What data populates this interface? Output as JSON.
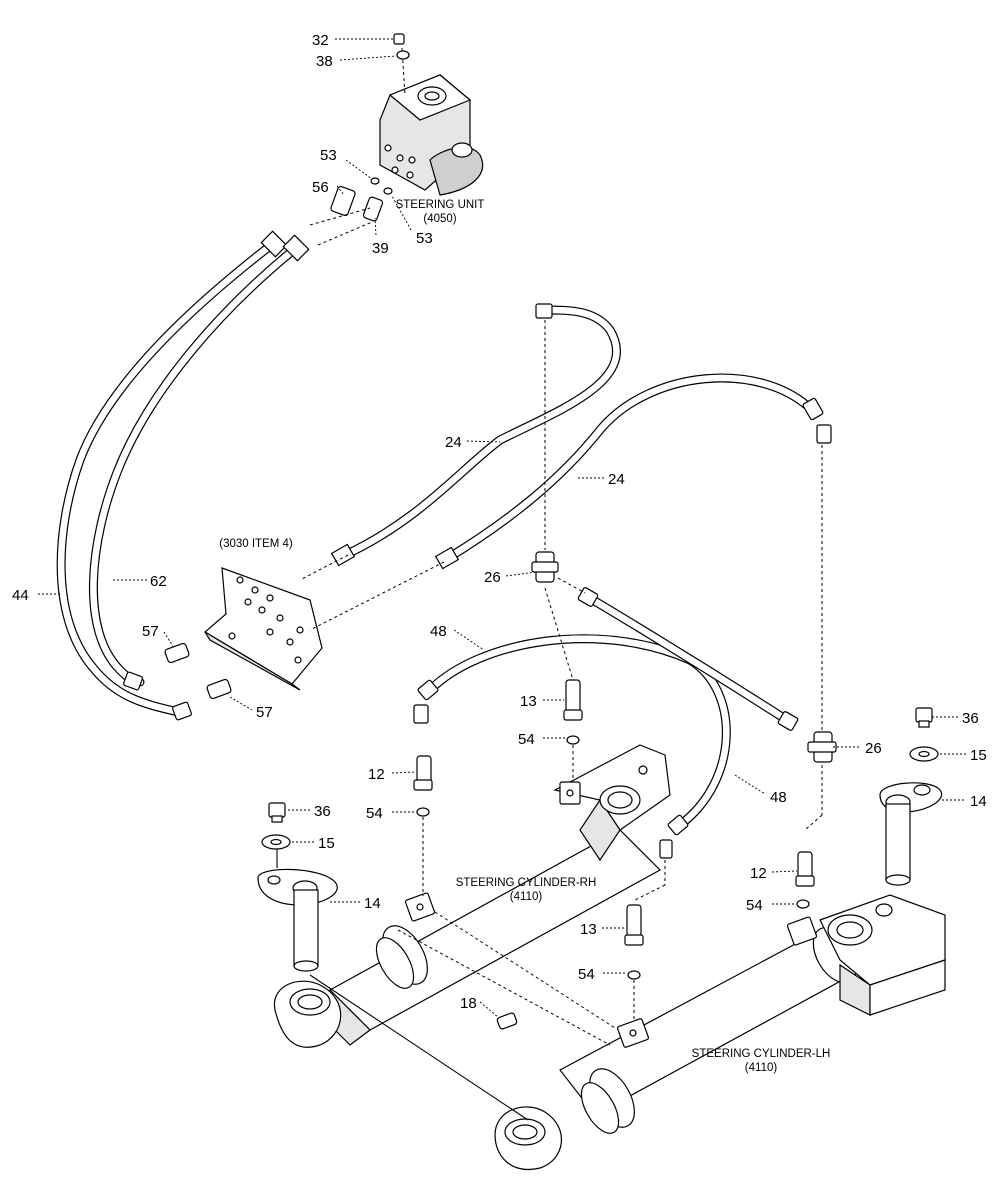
{
  "callouts": {
    "c32": "32",
    "c38": "38",
    "c53a": "53",
    "c53b": "53",
    "c56": "56",
    "c39": "39",
    "c24a": "24",
    "c24b": "24",
    "c44": "44",
    "c62": "62",
    "c26a": "26",
    "c26b": "26",
    "c57a": "57",
    "c57b": "57",
    "c48a": "48",
    "c48b": "48",
    "c13a": "13",
    "c13b": "13",
    "c54a": "54",
    "c54b": "54",
    "c54c": "54",
    "c54d": "54",
    "c12a": "12",
    "c12b": "12",
    "c36a": "36",
    "c36b": "36",
    "c15a": "15",
    "c15b": "15",
    "c14a": "14",
    "c14b": "14",
    "c18": "18"
  },
  "labels": {
    "steering_unit": "STEERING UNIT",
    "steering_unit_ref": "(4050)",
    "bracket_ref": "(3030 ITEM 4)",
    "cyl_rh": "STEERING CYLINDER-RH",
    "cyl_rh_ref": "(4110)",
    "cyl_lh": "STEERING CYLINDER-LH",
    "cyl_lh_ref": "(4110)"
  }
}
